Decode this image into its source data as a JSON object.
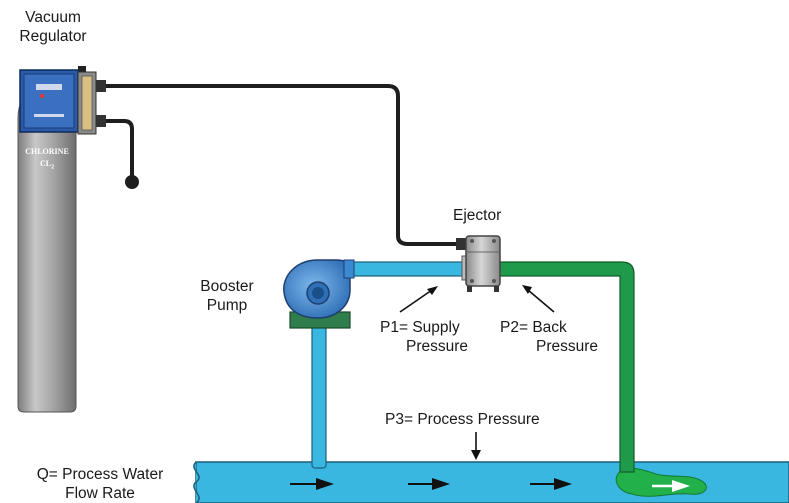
{
  "labels": {
    "vacuum_regulator_line1": "Vacuum",
    "vacuum_regulator_line2": "Regulator",
    "cylinder_text_line1": "CHLORINE",
    "cylinder_text_line2": "CL",
    "cylinder_text_subscript": "2",
    "ejector": "Ejector",
    "booster_pump_line1": "Booster",
    "booster_pump_line2": "Pump",
    "p1_line1": "P1= Supply",
    "p1_line2": "Pressure",
    "p2_line1": "P2= Back",
    "p2_line2": "Pressure",
    "p3": "P3= Process Pressure",
    "q_line1": "Q= Process Water",
    "q_line2": "Flow Rate"
  },
  "colors": {
    "water": "#3ab7e0",
    "chlorinated_water": "#1f9a4a",
    "vacuum_line": "#1e1e1e",
    "pump_body": "#4a8fd0",
    "pump_base": "#2e7d4a",
    "cylinder": "#a9a9a9",
    "regulator_panel": "#2b5ba8"
  }
}
